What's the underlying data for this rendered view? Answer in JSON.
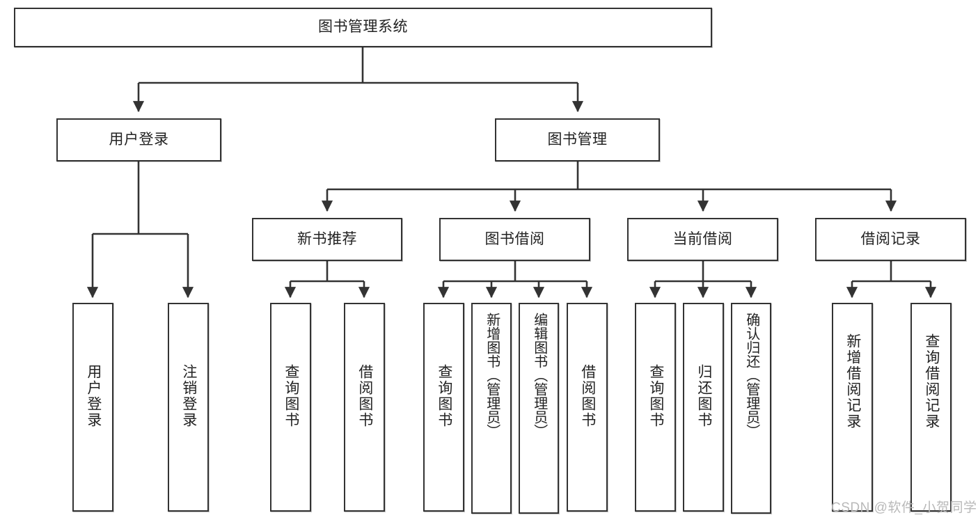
{
  "diagram": {
    "title": "图书管理系统",
    "root": {
      "label": "图书管理系统"
    },
    "level2": [
      {
        "label": "用户登录"
      },
      {
        "label": "图书管理"
      }
    ],
    "level3": [
      {
        "label": "新书推荐"
      },
      {
        "label": "图书借阅"
      },
      {
        "label": "当前借阅"
      },
      {
        "label": "借阅记录"
      }
    ],
    "leaves": {
      "user_login": [
        {
          "label": "用户登录"
        },
        {
          "label": "注销登录"
        }
      ],
      "new_book_recommend": [
        {
          "label": "查询图书"
        },
        {
          "label": "借阅图书"
        }
      ],
      "book_borrow": [
        {
          "label": "查询图书"
        },
        {
          "label": "新增图书（管理员）"
        },
        {
          "label": "编辑图书（管理员）"
        },
        {
          "label": "借阅图书"
        }
      ],
      "current_borrow": [
        {
          "label": "查询图书"
        },
        {
          "label": "归还图书"
        },
        {
          "label": "确认归还（管理员）"
        }
      ],
      "borrow_record": [
        {
          "label": "新增借阅记录"
        },
        {
          "label": "查询借阅记录"
        }
      ]
    },
    "watermark": "CSDN @软件_小贺同学",
    "colors": {
      "border": "#333333",
      "background": "#ffffff",
      "text": "#222222",
      "watermark": "#b9b9b9",
      "connector": "#333333"
    }
  }
}
